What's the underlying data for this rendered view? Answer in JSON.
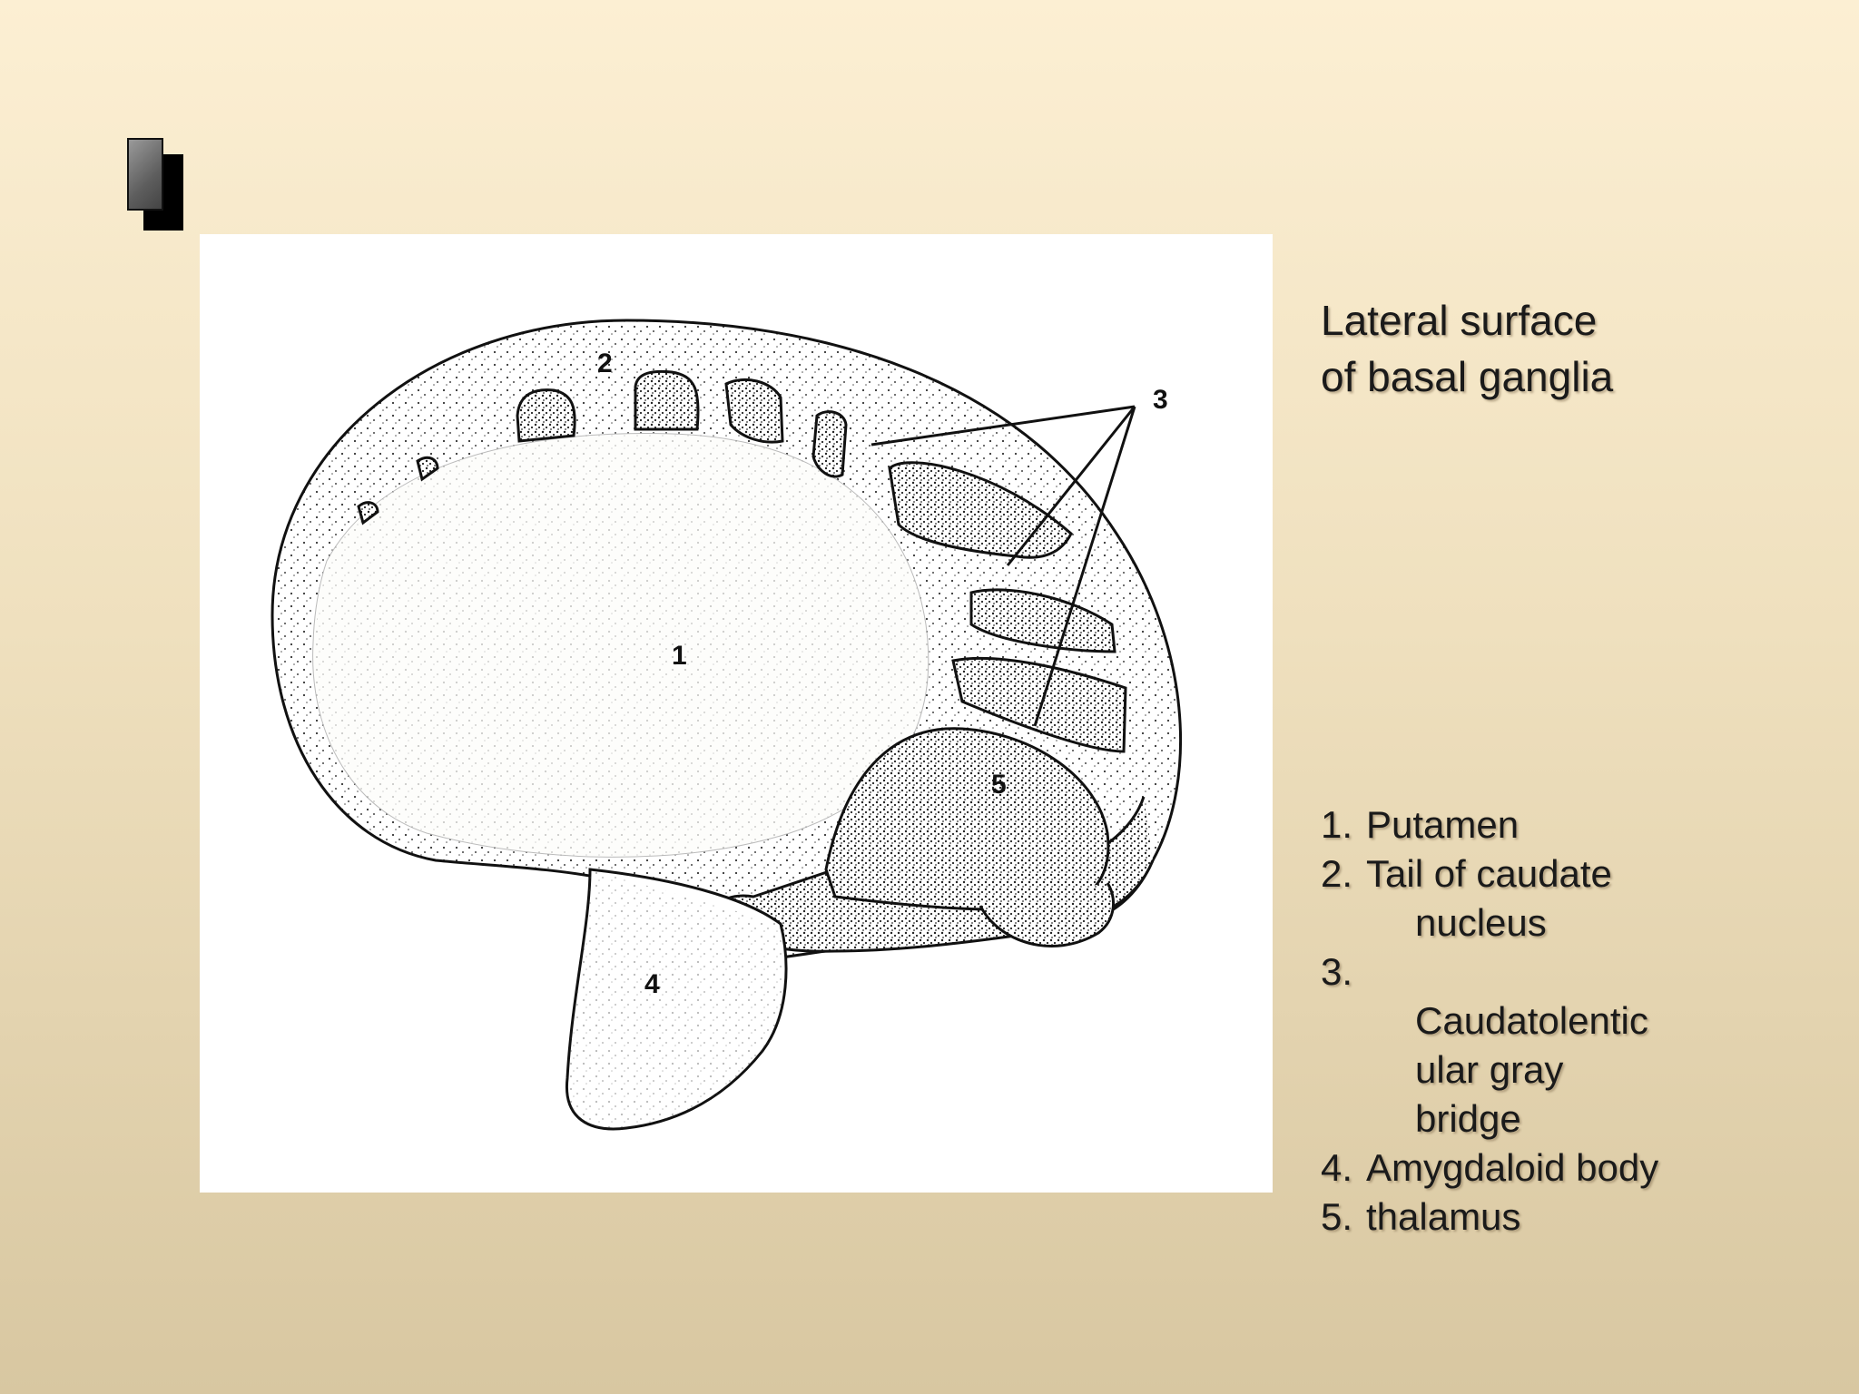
{
  "title": "Lateral surface\nof basal ganglia",
  "figure": {
    "labels": [
      "1",
      "2",
      "3",
      "4",
      "5"
    ]
  },
  "legend": [
    {
      "num": "1.",
      "lines": [
        "Putamen"
      ]
    },
    {
      "num": "2.",
      "lines": [
        "Tail of caudate",
        "nucleus"
      ]
    },
    {
      "num": "3.",
      "lines": [
        "",
        "Caudatolentic",
        "ular gray",
        "bridge"
      ]
    },
    {
      "num": "4.",
      "lines": [
        "Amygdaloid body"
      ]
    },
    {
      "num": "5.",
      "lines": [
        "thalamus"
      ]
    }
  ]
}
